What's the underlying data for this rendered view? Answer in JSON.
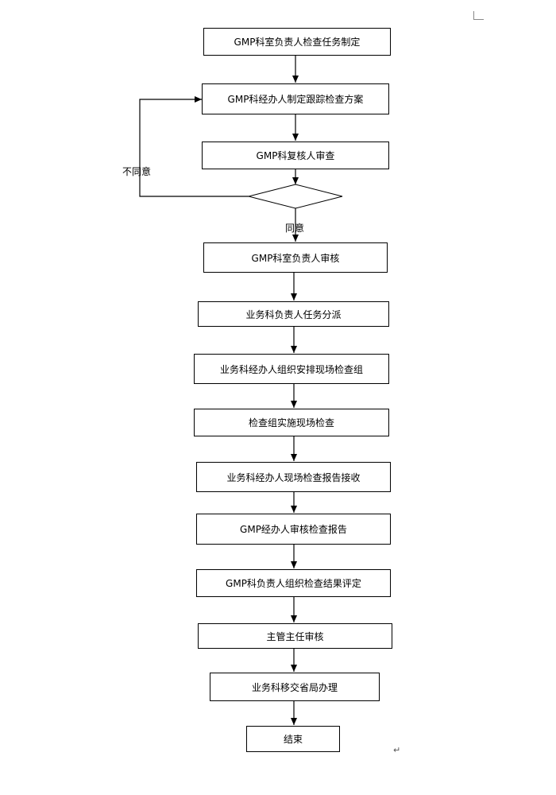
{
  "steps": [
    "GMP科室负责人检查任务制定",
    "GMP科经办人制定跟踪检查方案",
    "GMP科复核人审查",
    "GMP科室负责人审核",
    "业务科负责人任务分派",
    "业务科经办人组织安排现场检查组",
    "检查组实施现场检查",
    "业务科经办人现场检查报告接收",
    "GMP经办人审核检查报告",
    "GMP科负责人组织检查结果评定",
    "主管主任审核",
    "业务科移交省局办理",
    "结束"
  ],
  "labels": {
    "disagree": "不同意",
    "agree": "同意"
  },
  "marks": {
    "paragraph": "↵"
  }
}
